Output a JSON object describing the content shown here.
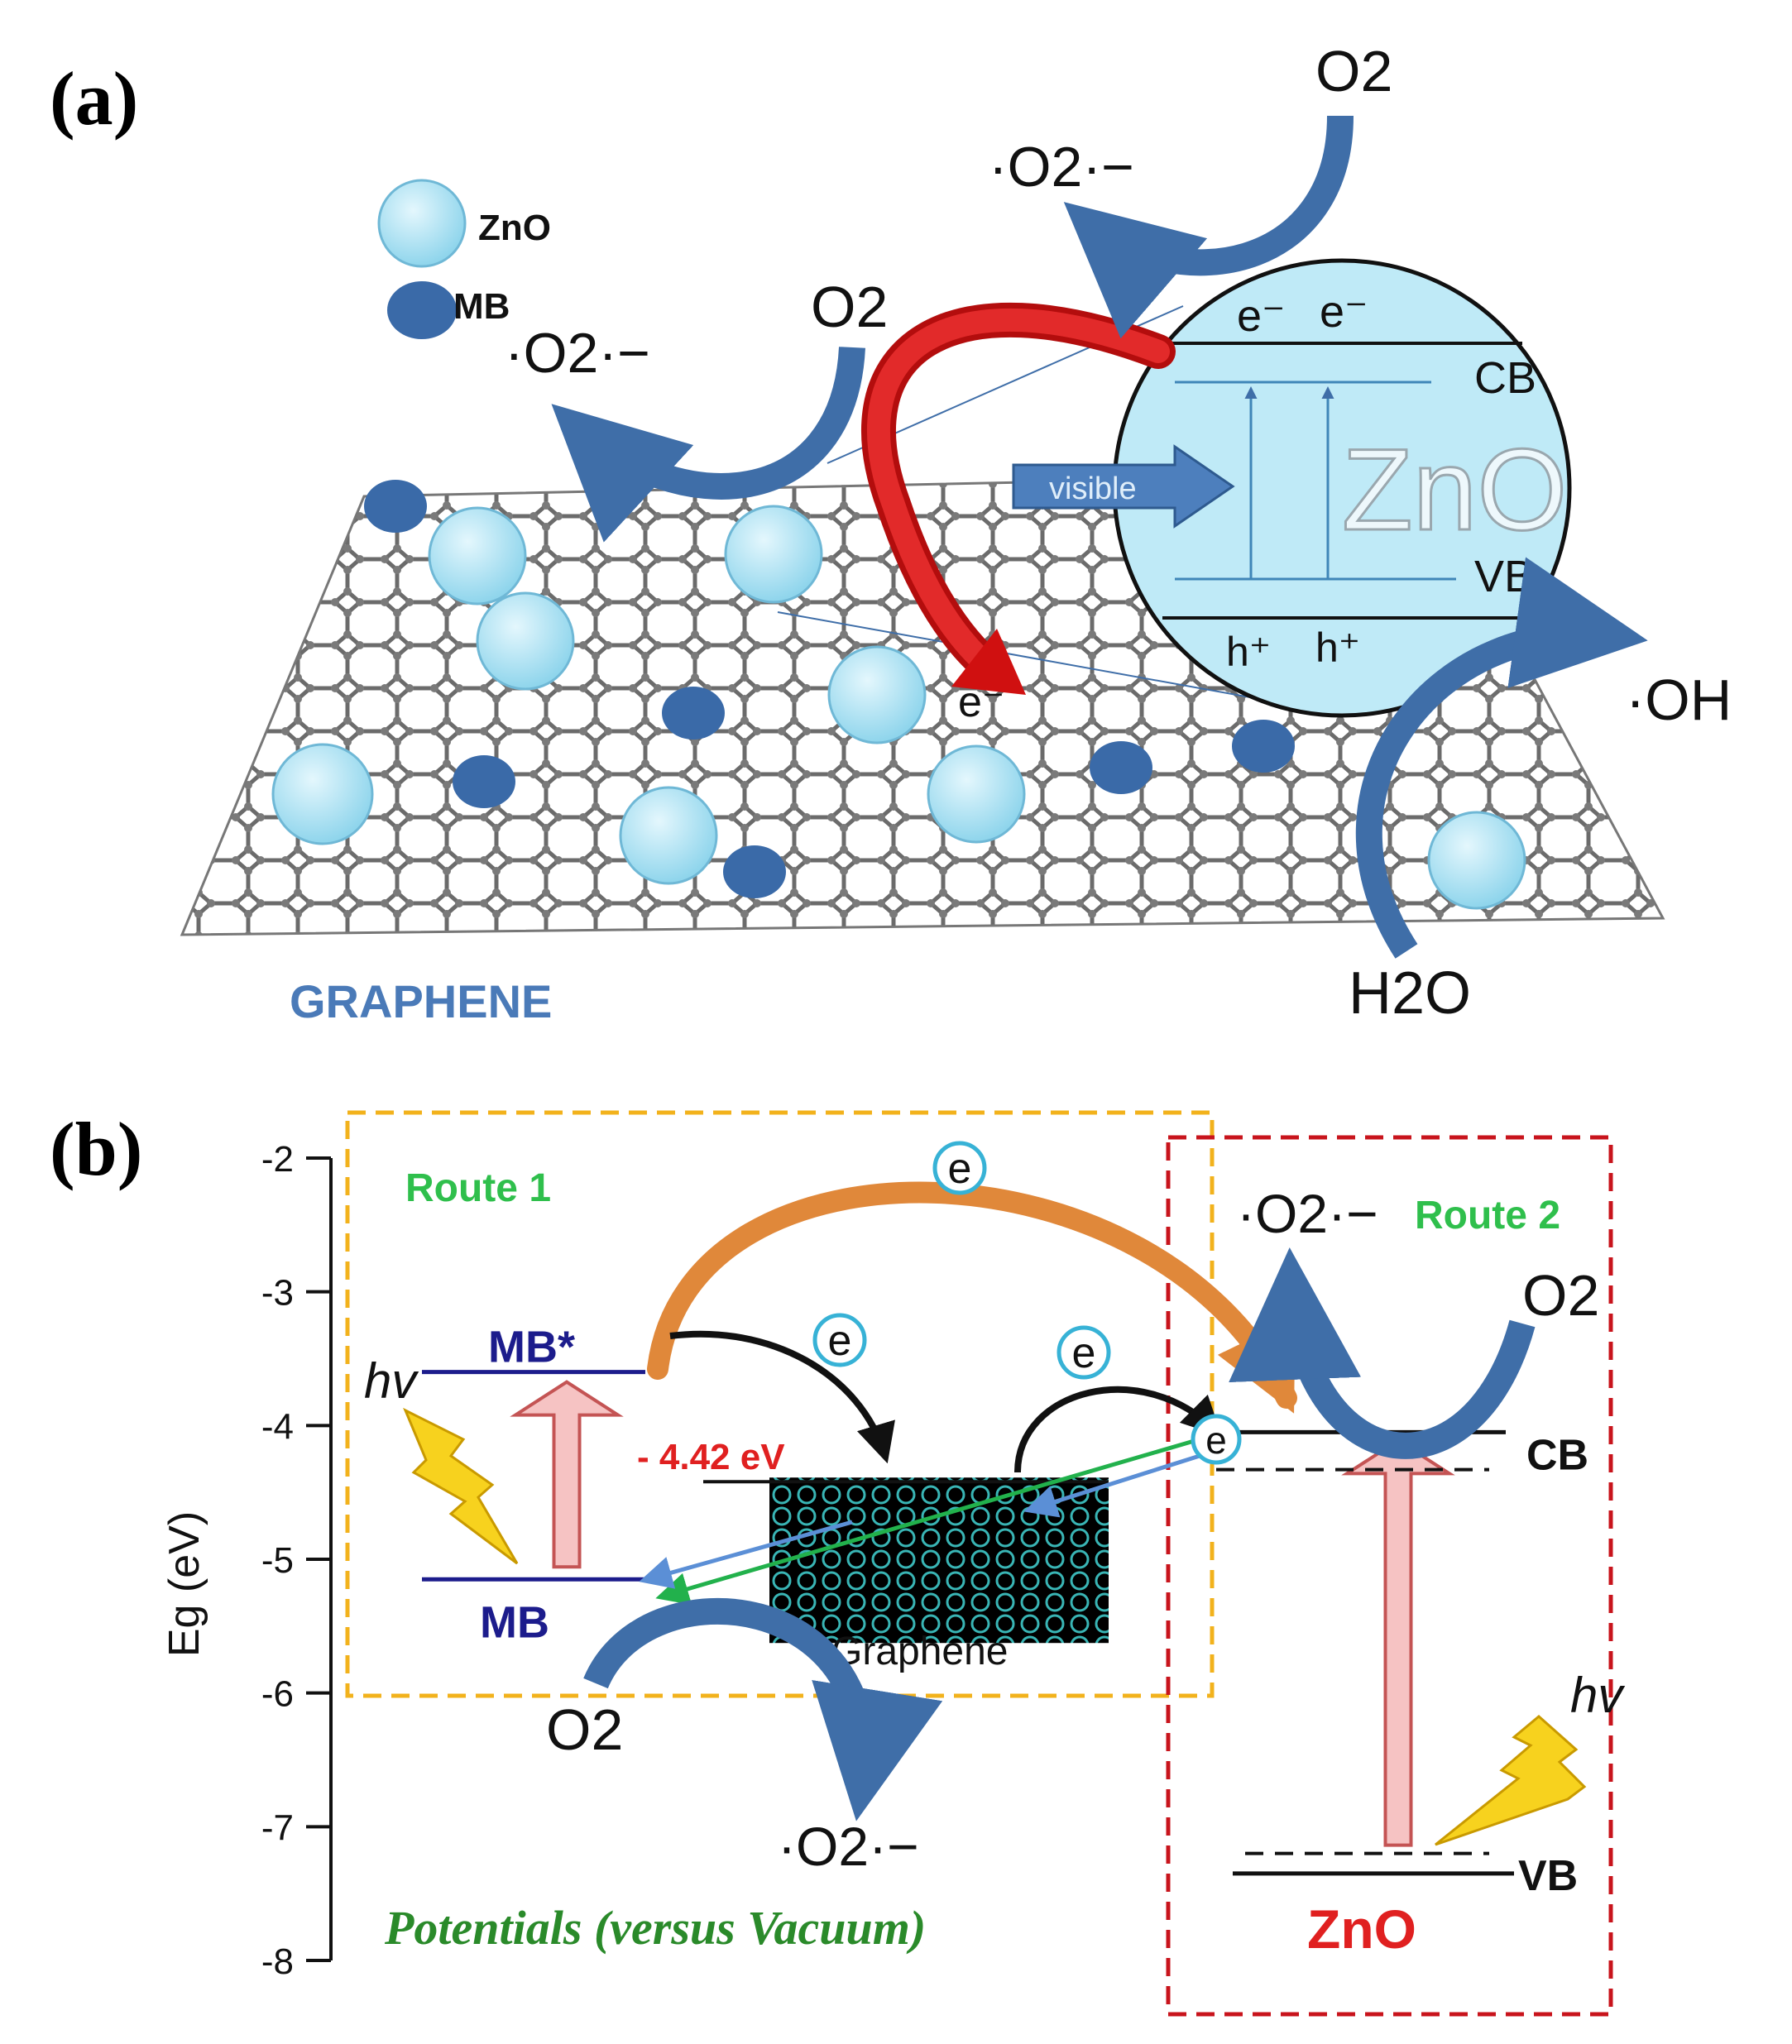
{
  "panel_a": {
    "label": "(a)",
    "legend": [
      {
        "name": "ZnO",
        "color": "#aee6f5"
      },
      {
        "name": "MB",
        "color": "#3a6aa8"
      }
    ],
    "species": {
      "o2": "O2",
      "superoxide": "·O2·−",
      "hydroxyl": "·OH",
      "water": "H2O",
      "electron": "e⁻",
      "hole": "h⁺"
    },
    "zno_particle": {
      "name": "ZnO",
      "cb": "CB",
      "vb": "VB",
      "light": "visible"
    },
    "substrate": "GRAPHENE"
  },
  "panel_b": {
    "label": "(b)",
    "axis": {
      "ylabel": "Eg (eV)",
      "ticks": [
        -2,
        -3,
        -4,
        -5,
        -6,
        -7,
        -8
      ],
      "ylim": [
        -8,
        -2
      ]
    },
    "route1": "Route 1",
    "route2": "Route 2",
    "mb_excited": "MB*",
    "mb": "MB",
    "hv": "hv",
    "graphene_label": "Graphene",
    "graphene_level": "- 4.42 eV",
    "electron": "e",
    "zno": "ZnO",
    "cb": "CB",
    "vb": "VB",
    "footer": "Potentials (versus Vacuum)",
    "levels_ev": {
      "mb_excited": -3.6,
      "mb": -5.15,
      "graphene": -4.42,
      "zno_cb": -4.05,
      "zno_vb": -7.2
    },
    "colors": {
      "route": "#2fbf4c",
      "zno": "#e02020",
      "level_blue": "#1c1c8c",
      "graphene_value": "#e02020",
      "footer": "#2a8a2a"
    }
  }
}
